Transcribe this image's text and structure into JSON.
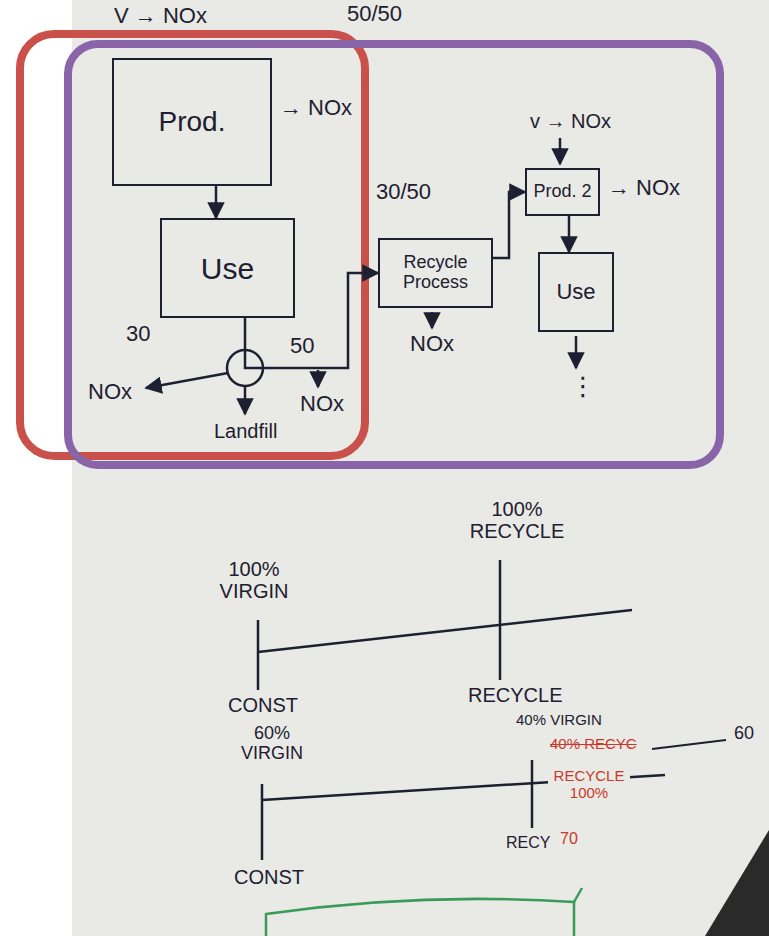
{
  "diagram": {
    "nodes": [
      {
        "text": [
          "Prod."
        ]
      },
      {
        "text": [
          "Use"
        ]
      },
      {
        "text": [
          "Recycle Process"
        ]
      },
      {
        "text": [
          "Prod. 2"
        ]
      },
      {
        "text": [
          "Use"
        ]
      }
    ],
    "edges": [
      {
        "from": 0,
        "to": 1,
        "arrow": "to"
      },
      {
        "from": 1,
        "to": 2,
        "arrow": "to",
        "label": "50"
      },
      {
        "from": 2,
        "to": 3,
        "arrow": "to"
      },
      {
        "from": 3,
        "to": 4,
        "arrow": "to"
      }
    ],
    "labels": [
      "V → NOx",
      "50/50",
      "→ NOx",
      "30",
      "NOx",
      "NOx",
      "Landfill",
      "30/50",
      "NOx",
      "v → NOx",
      "→ NOx",
      "⋮",
      "100% VIRGIN",
      "100% RECYCLE",
      "CONST",
      "RECYCLE",
      "60% VIRGIN",
      "40% VIRGIN",
      "40% RECYC",
      "60",
      "RECYCLE 100%",
      "RECY",
      "70",
      "CONST"
    ]
  }
}
